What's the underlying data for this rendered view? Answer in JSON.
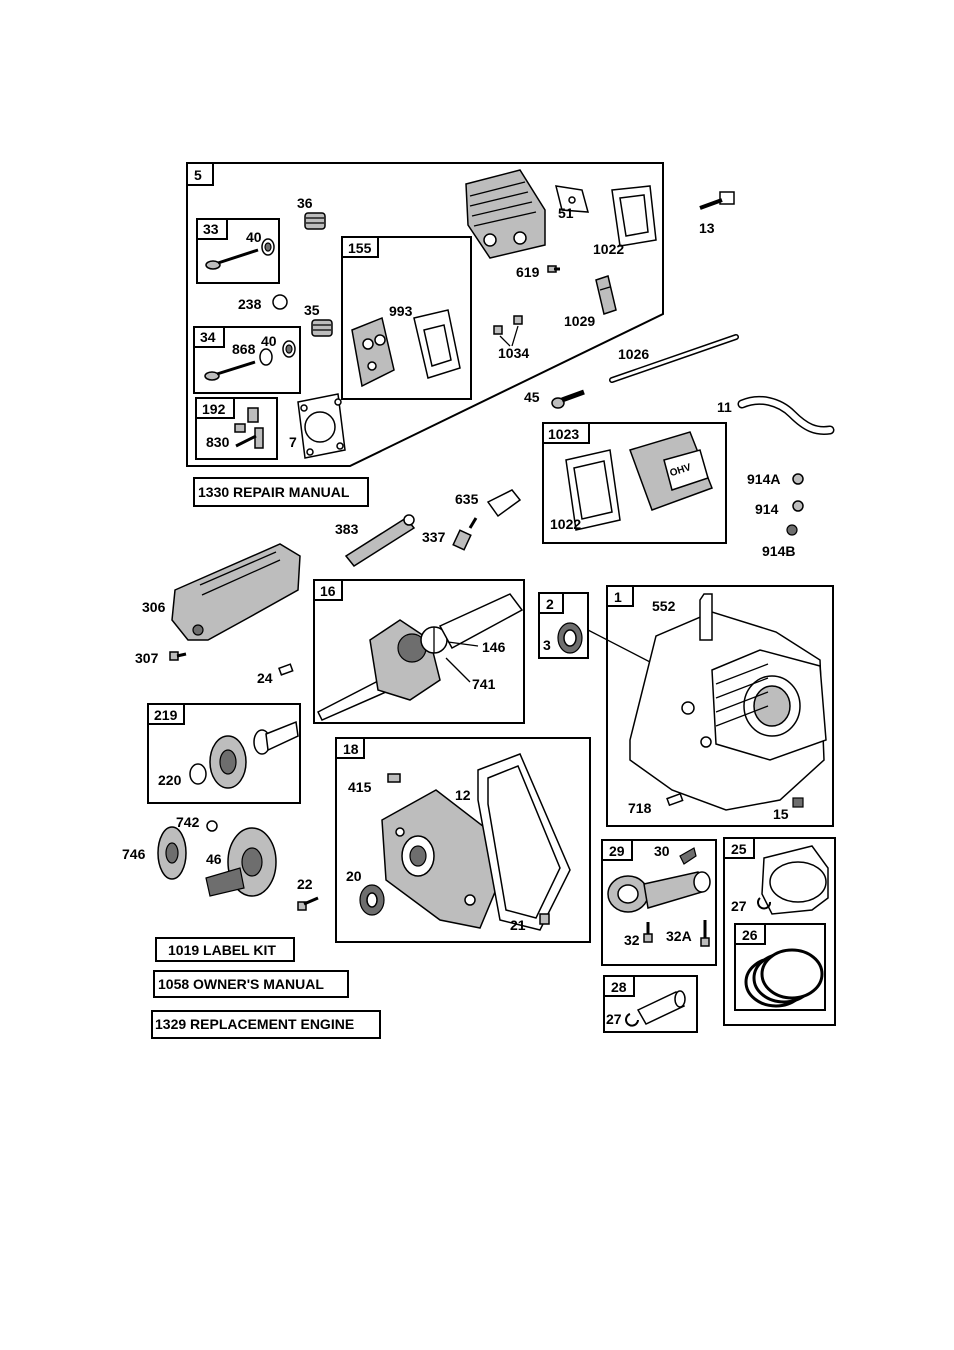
{
  "kits": {
    "k5": "5",
    "k33": "33",
    "k34": "34",
    "k155": "155",
    "k192": "192",
    "k1023": "1023",
    "k16": "16",
    "k2": "2",
    "k1": "1",
    "k219": "219",
    "k18": "18",
    "k29": "29",
    "k25": "25",
    "k26": "26",
    "k28": "28"
  },
  "parts": {
    "p36": "36",
    "p40a": "40",
    "p238": "238",
    "p35": "35",
    "p868": "868",
    "p40b": "40",
    "p830": "830",
    "p7": "7",
    "p993": "993",
    "p51": "51",
    "p1022a": "1022",
    "p13": "13",
    "p619": "619",
    "p1029": "1029",
    "p1034": "1034",
    "p1026": "1026",
    "p45": "45",
    "p11": "11",
    "p1022b": "1022",
    "p914A": "914A",
    "p914": "914",
    "p914B": "914B",
    "p635": "635",
    "p383": "383",
    "p337": "337",
    "p306": "306",
    "p307": "307",
    "p24": "24",
    "p146": "146",
    "p741": "741",
    "p3": "3",
    "p552": "552",
    "p718": "718",
    "p15": "15",
    "p220": "220",
    "p742": "742",
    "p746": "746",
    "p46": "46",
    "p22": "22",
    "p415": "415",
    "p12": "12",
    "p20": "20",
    "p21": "21",
    "p30": "30",
    "p32": "32",
    "p32A": "32A",
    "p27a": "27",
    "p27b": "27"
  },
  "labels": {
    "repair_manual": "1330 REPAIR MANUAL",
    "label_kit": "1019 LABEL KIT",
    "owners_manual": "1058 OWNER'S MANUAL",
    "replacement_engine": "1329 REPLACEMENT ENGINE"
  }
}
